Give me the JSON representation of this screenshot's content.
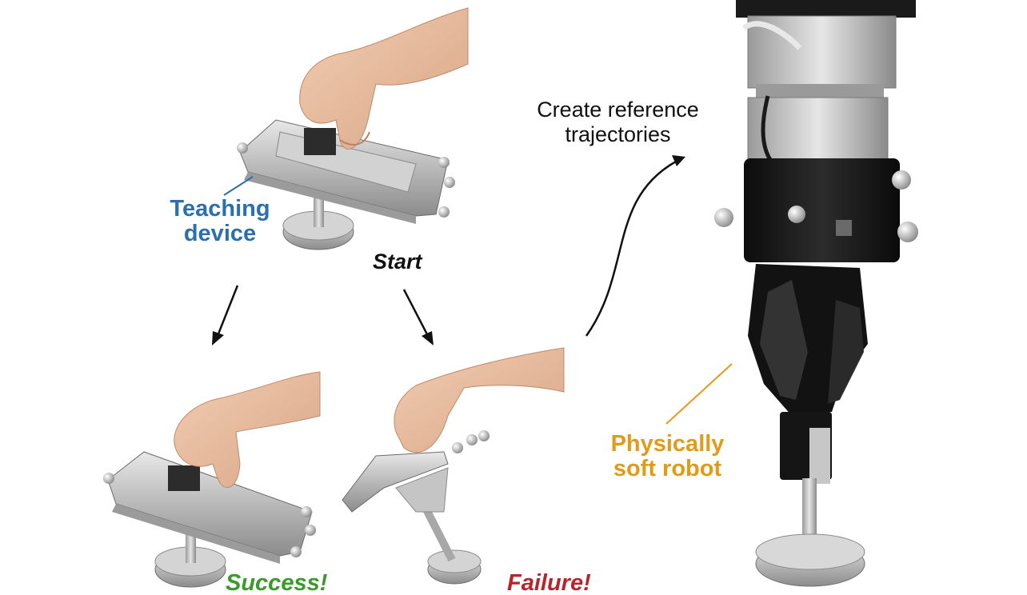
{
  "labels": {
    "teaching_line1": "Teaching",
    "teaching_line2": "device",
    "start": "Start",
    "create_line1": "Create reference",
    "create_line2": "trajectories",
    "success": "Success!",
    "failure": "Failure!",
    "soft_line1": "Physically",
    "soft_line2": "soft robot"
  },
  "colors": {
    "teaching": "#2b6fae",
    "success": "#3a9a2a",
    "failure": "#b5262c",
    "soft_robot": "#e39a17",
    "arrow": "#111111"
  }
}
